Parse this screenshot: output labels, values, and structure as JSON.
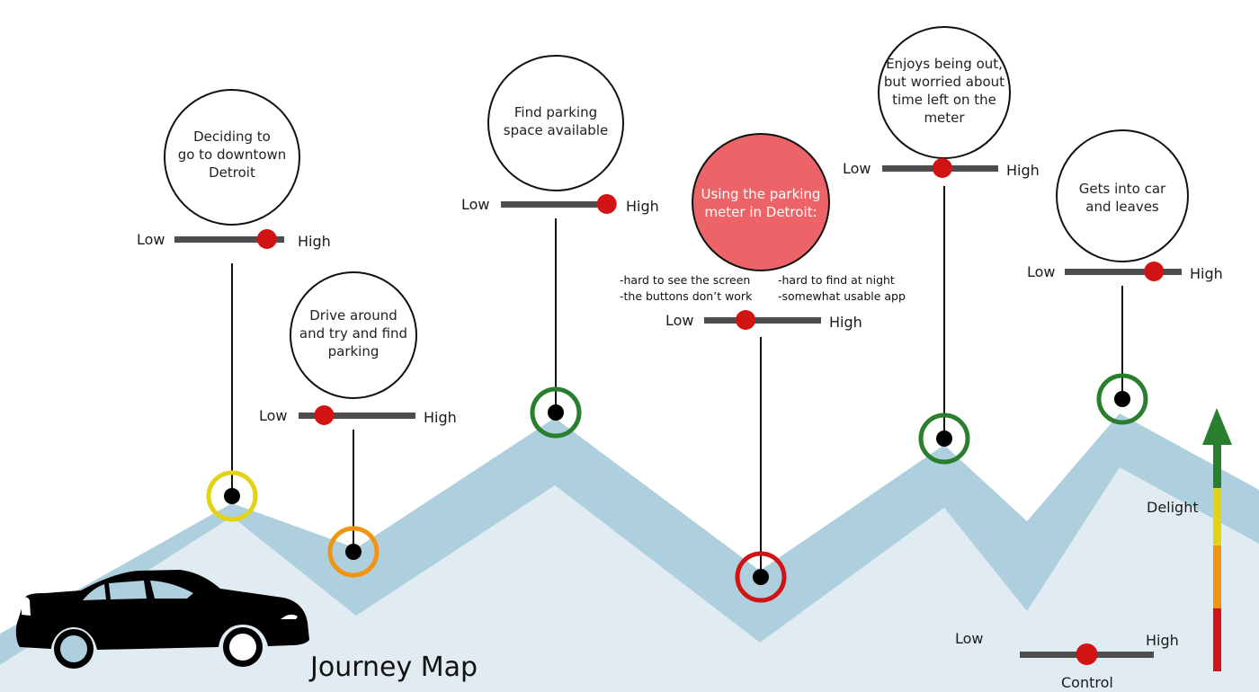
{
  "title": "Journey Map",
  "colors": {
    "band": "#aecfde",
    "under": "#e0ecf1",
    "track": "#4d4d4d",
    "knob": "#d21313",
    "stroke": "#111111",
    "meter_fill": "#ec6467",
    "green": "#2a7f2e",
    "yellow": "#e2d314",
    "orange": "#f29411",
    "red": "#d21313"
  },
  "stages": [
    {
      "id": "deciding",
      "lines": [
        "Deciding to",
        "go to downtown",
        "Detroit"
      ],
      "scale": {
        "low": "Low",
        "high": "High",
        "value": 0.88
      },
      "emotion": "yellow",
      "highlight": false
    },
    {
      "id": "drive-around",
      "lines": [
        "Drive around",
        "and try and",
        "find",
        "parking"
      ],
      "scale": {
        "low": "Low",
        "high": "High",
        "value": 0.19
      },
      "emotion": "orange",
      "highlight": false
    },
    {
      "id": "find-parking",
      "lines": [
        "Find parking",
        "space available"
      ],
      "scale": {
        "low": "Low",
        "high": "High",
        "value": 0.98
      },
      "emotion": "green",
      "highlight": false
    },
    {
      "id": "using-meter",
      "lines": [
        "Using the parking",
        "meter in Detroit:"
      ],
      "notes_left": [
        "-hard to see the screen",
        "-the buttons don’t work"
      ],
      "notes_right": [
        "-hard to find at night",
        "-somewhat usable app"
      ],
      "scale": {
        "low": "Low",
        "high": "High",
        "value": 0.34
      },
      "emotion": "red",
      "highlight": true
    },
    {
      "id": "enjoys",
      "lines": [
        "Enjoys being out,",
        "but worried about",
        "time left on the",
        "meter"
      ],
      "scale": {
        "low": "Low",
        "high": "High",
        "value": 0.52
      },
      "emotion": "green",
      "highlight": false
    },
    {
      "id": "leaves",
      "lines": [
        "Gets into car",
        "and leaves"
      ],
      "scale": {
        "low": "Low",
        "high": "High",
        "value": 0.79
      },
      "emotion": "green",
      "highlight": false
    }
  ],
  "legend": {
    "delight_label": "Delight",
    "control_label": "Control",
    "control_low": "Low",
    "control_high": "High",
    "control_value": 0.5
  }
}
